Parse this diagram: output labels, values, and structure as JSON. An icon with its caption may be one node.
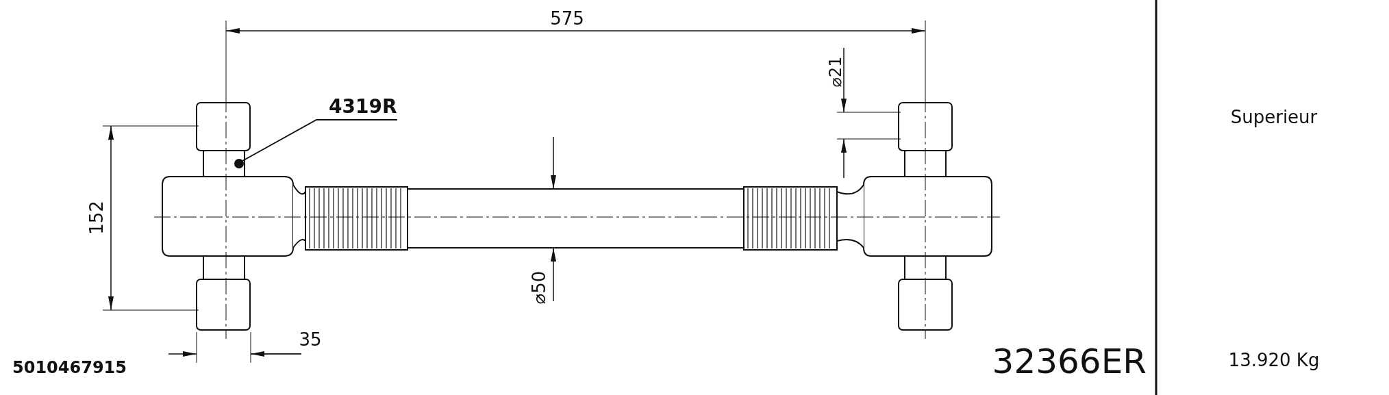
{
  "diagram": {
    "nodes": [
      {
        "text": [
          "4319R"
        ]
      },
      {
        "text": [],
        "shape": "circle"
      }
    ],
    "edges": [
      {
        "from": 0,
        "to": 1,
        "arrow": "none"
      }
    ],
    "labels": [
      "575",
      "⌀21",
      "152",
      "⌀50",
      "35",
      "5010467915",
      "32366ER",
      "Superieur",
      "13.920 Kg"
    ]
  }
}
